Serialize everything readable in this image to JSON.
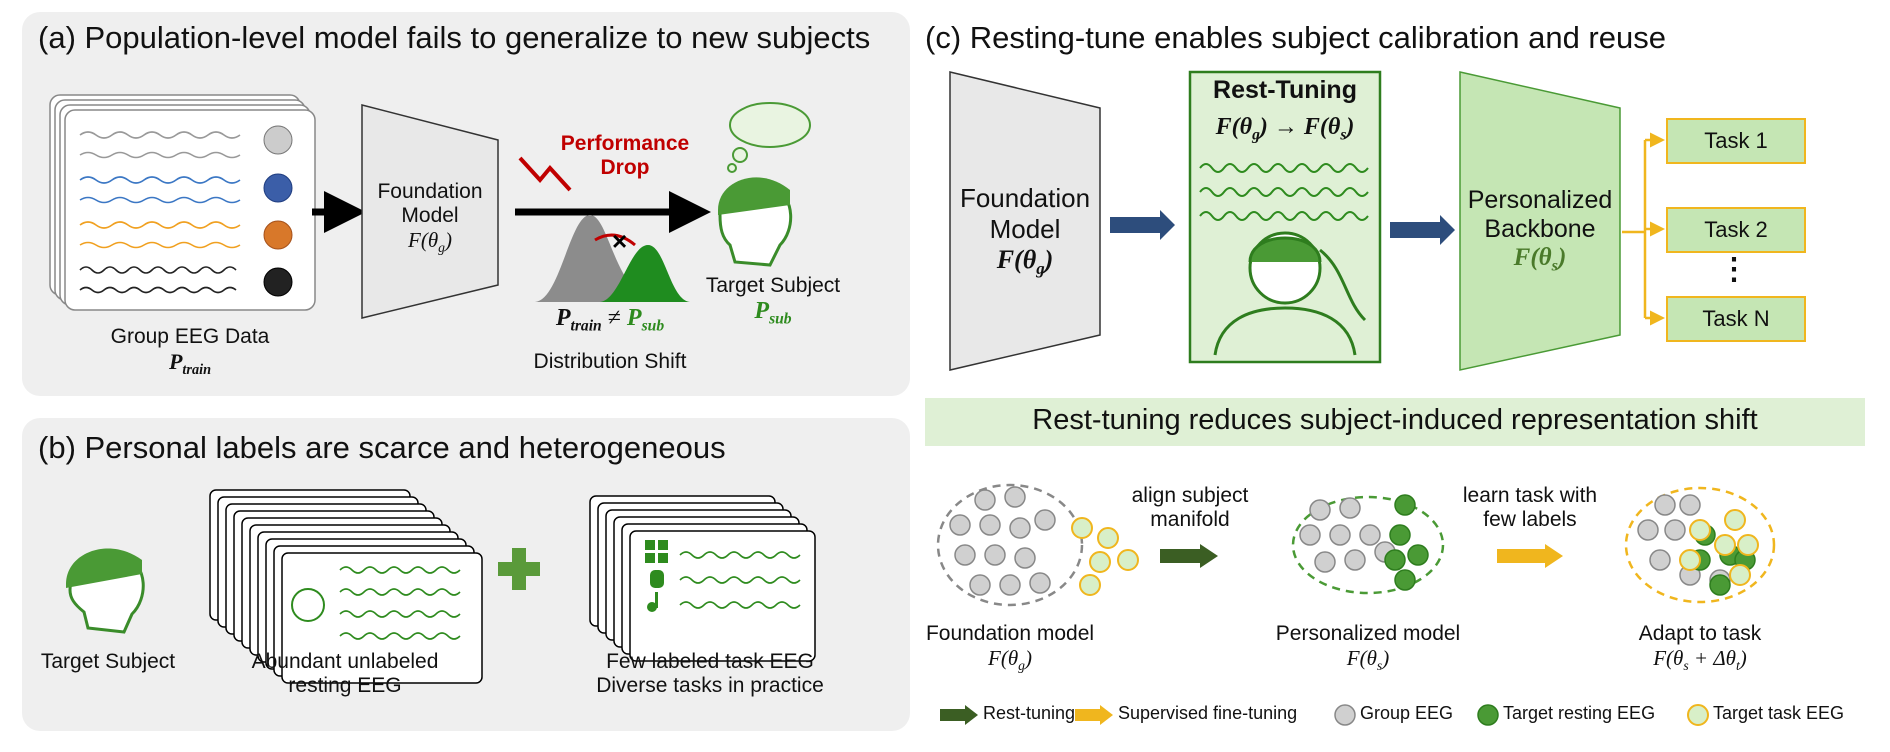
{
  "panel_a": {
    "title": "(a) Population-level model fails to generalize to new subjects",
    "group_label": "Group EEG Data",
    "group_math": "P",
    "group_math_sub": "train",
    "model_label_1": "Foundation",
    "model_label_2": "Model",
    "model_math": "F(θ",
    "model_math_sub": "g",
    "model_math_end": ")",
    "perf_drop_1": "Performance",
    "perf_drop_2": "Drop",
    "shift_math_a": "P",
    "shift_math_a_sub": "train",
    "shift_neq": " ≠ ",
    "shift_math_b": "P",
    "shift_math_b_sub": "sub",
    "shift_label": "Distribution Shift",
    "target_label": "Target Subject",
    "target_math": "P",
    "target_math_sub": "sub"
  },
  "panel_b": {
    "title": "(b) Personal labels are scarce and heterogeneous",
    "target_label": "Target Subject",
    "rest_label_1": "Abundant unlabeled",
    "rest_label_2": "resting EEG",
    "task_label_1": "Few labeled task EEG",
    "task_label_2": "Diverse tasks in practice"
  },
  "panel_c": {
    "title": "(c) Resting-tune enables subject calibration and reuse",
    "foundation_1": "Foundation",
    "foundation_2": "Model",
    "foundation_math": "F(θ",
    "foundation_math_sub": "g",
    "foundation_math_end": ")",
    "rest_tuning_title": "Rest-Tuning",
    "rest_tuning_math": "F(θ",
    "rest_tuning_math_sub1": "g",
    "rest_tuning_math_mid": ") → F(θ",
    "rest_tuning_math_sub2": "s",
    "rest_tuning_math_end": ")",
    "backbone_1": "Personalized",
    "backbone_2": "Backbone",
    "backbone_math": "F(θ",
    "backbone_math_sub": "s",
    "backbone_math_end": ")",
    "tasks": [
      "Task 1",
      "Task 2",
      "Task N"
    ],
    "dots": "⋮",
    "banner": "Rest-tuning reduces subject-induced representation shift",
    "align_1": "align subject",
    "align_2": "manifold",
    "learn_1": "learn task with",
    "learn_2": "few labels",
    "cluster_labels": [
      "Foundation model",
      "Personalized model",
      "Adapt to task"
    ],
    "cluster_math": [
      {
        "pre": "F(θ",
        "sub": "g",
        "post": ")"
      },
      {
        "pre": "F(θ",
        "sub": "s",
        "post": ")"
      },
      {
        "pre": "F(θ",
        "sub": "s",
        "post": " + Δθ",
        "sub2": "t",
        "post2": ")"
      }
    ],
    "legend": [
      "Rest-tuning",
      "Supervised fine-tuning",
      "Group EEG",
      "Target resting EEG",
      "Target task EEG"
    ]
  },
  "colors": {
    "panel_bg": "#efefef",
    "green": "#2e8b1e",
    "dark_green": "#3b5e23",
    "light_green": "#c5e6b4",
    "yellow": "#f0b61e",
    "red": "#c00000",
    "gray_dot": "#d0d0d0",
    "blue_arrow": "#2d4d7c"
  }
}
